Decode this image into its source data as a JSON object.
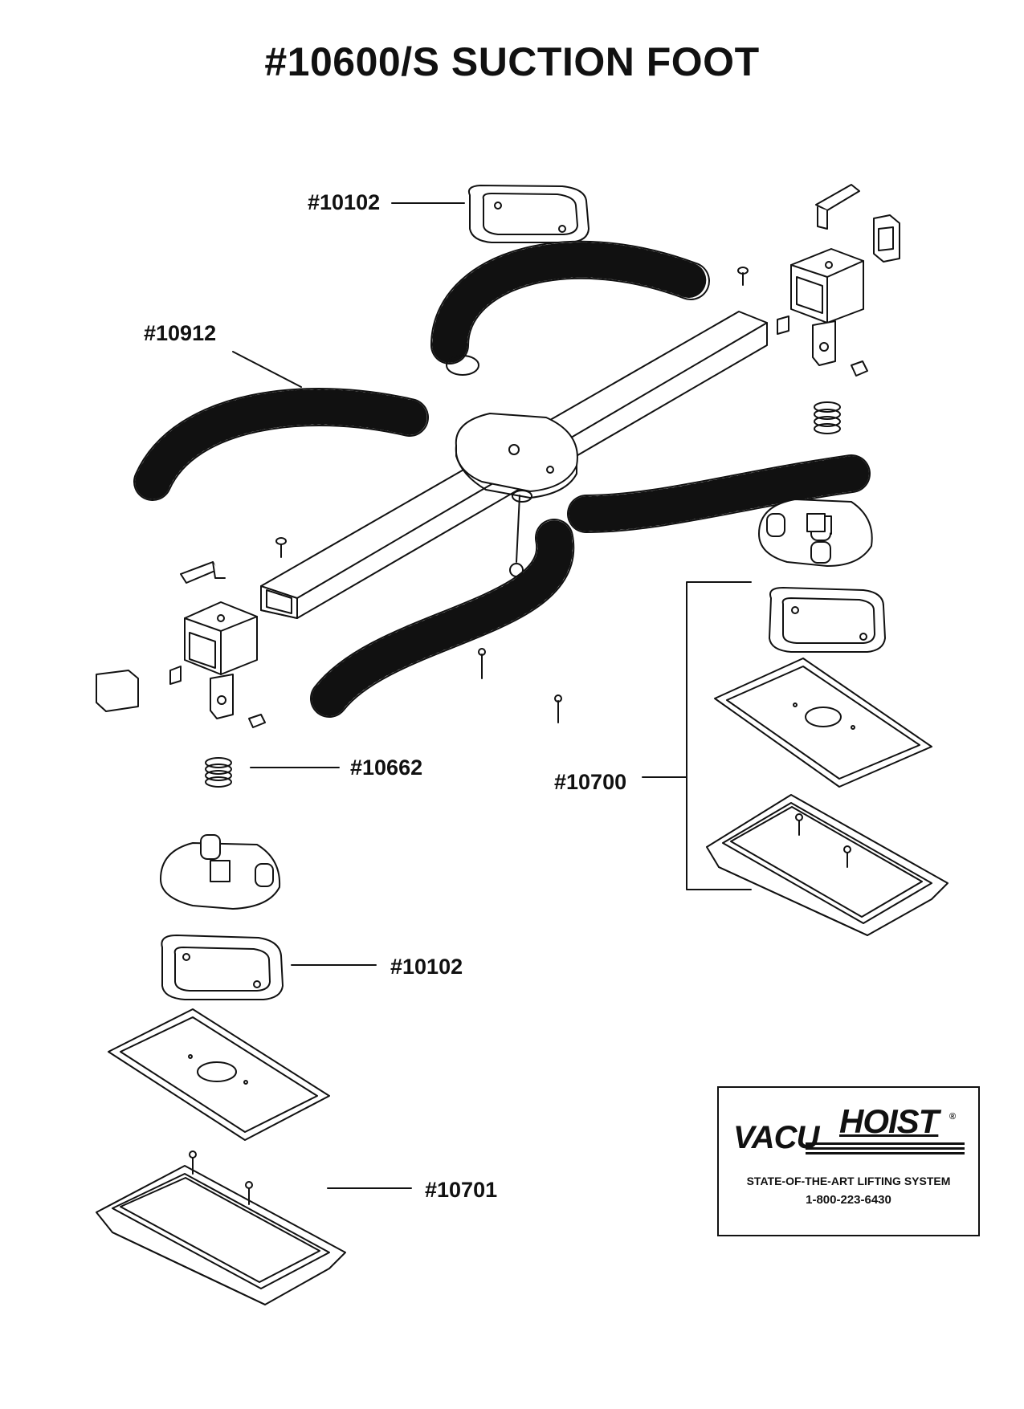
{
  "title": "#10600/S SUCTION FOOT",
  "callouts": {
    "seal_top": "#10102",
    "hose": "#10912",
    "spring": "#10662",
    "seal_bottom": "#10102",
    "pad_assembly_right": "#10700",
    "pad_assembly_left": "#10701"
  },
  "logo": {
    "brand_vacu": "VACU",
    "brand_hoist": "HOIST",
    "registered": "®",
    "tagline": "STATE-OF-THE-ART LIFTING SYSTEM",
    "phone": "1-800-223-6430"
  },
  "colors": {
    "ink": "#111111",
    "paper": "#ffffff"
  }
}
